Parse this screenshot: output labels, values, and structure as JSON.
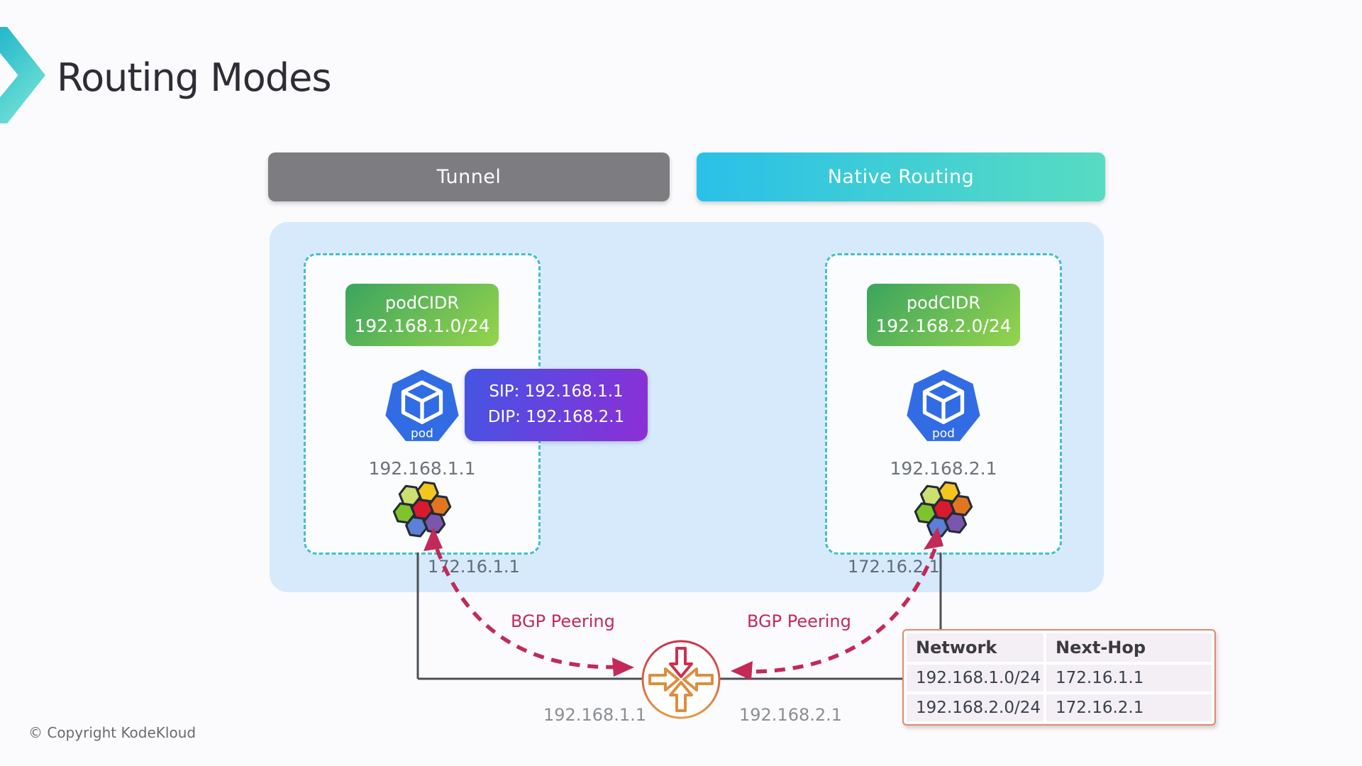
{
  "title": "Routing Modes",
  "copyright": "© Copyright KodeKloud",
  "modes": {
    "tunnel": "Tunnel",
    "native": "Native Routing"
  },
  "nodes": {
    "left": {
      "podcidr_title": "podCIDR",
      "podcidr_value": "192.168.1.0/24",
      "pod_label": "pod",
      "pod_ip": "192.168.1.1",
      "host_ip": "172.16.1.1"
    },
    "right": {
      "podcidr_title": "podCIDR",
      "podcidr_value": "192.168.2.0/24",
      "pod_label": "pod",
      "pod_ip": "192.168.2.1",
      "host_ip": "172.16.2.1"
    }
  },
  "packet": {
    "sip": "SIP: 192.168.1.1",
    "dip": "DIP: 192.168.2.1"
  },
  "bgp": {
    "left_label": "BGP Peering",
    "right_label": "BGP Peering"
  },
  "router": {
    "left_if_ip": "192.168.1.1",
    "right_if_ip": "192.168.2.1"
  },
  "route_table": {
    "headers": [
      "Network",
      "Next-Hop"
    ],
    "rows": [
      [
        "192.168.1.0/24",
        "172.16.1.1"
      ],
      [
        "192.168.2.0/24",
        "172.16.2.1"
      ]
    ]
  },
  "colors": {
    "crimson": "#c22a57",
    "teal-dash": "#41c0cb",
    "container-blue": "#d6eafb",
    "tunnel-gray": "#7d7d81",
    "native-start": "#2ac0e8",
    "native-end": "#57dcc1",
    "podcidr-start": "#3ba45f",
    "podcidr-end": "#96d44c",
    "packet-start": "#4455e4",
    "packet-end": "#8d2ed6",
    "pod-blue": "#326ce5",
    "line-gray": "#4c5056",
    "table-border": "#dd8a70",
    "logo-start": "#23b7c9",
    "logo-end": "#7fe9d9",
    "router-red": "#d02e4e",
    "router-orange": "#dd8d3f"
  }
}
